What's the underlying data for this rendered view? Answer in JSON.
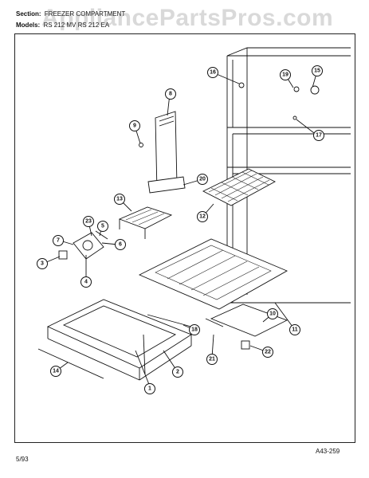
{
  "header": {
    "section_label": "Section:",
    "section_value": "FREEZER COMPARTMENT",
    "models_label": "Models:",
    "models_value": "RS 212 MV  RS 212 EA"
  },
  "watermark": "AppliancePartsPros.com",
  "footer": {
    "date": "5/93",
    "diagram_id": "A43-259"
  },
  "callouts": [
    "1",
    "2",
    "3",
    "4",
    "5",
    "6",
    "7",
    "8",
    "9",
    "10",
    "11",
    "12",
    "13",
    "14",
    "15",
    "16",
    "17",
    "18",
    "19",
    "20",
    "21",
    "22",
    "23"
  ]
}
